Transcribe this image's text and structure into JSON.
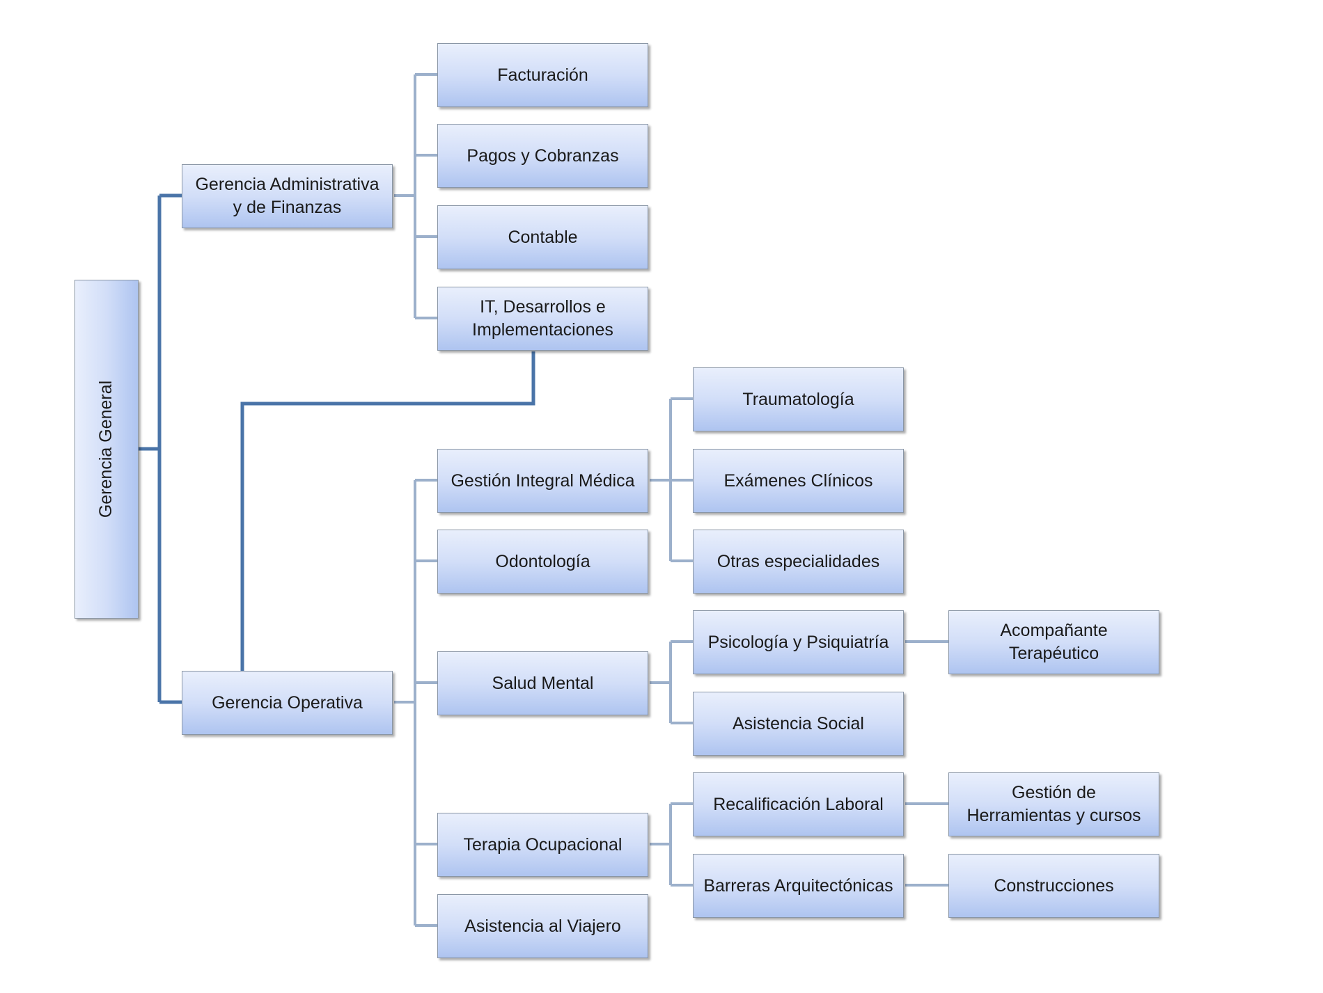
{
  "colors": {
    "connector_dark": "#4a74a8",
    "connector_light": "#9cb0cb"
  },
  "nodes": {
    "gerencia_general": "Gerencia General",
    "gerencia_admin": "Gerencia Administrativa\ny de Finanzas",
    "facturacion": "Facturación",
    "pagos": "Pagos y Cobranzas",
    "contable": "Contable",
    "it": "IT, Desarrollos e\nImplementaciones",
    "gerencia_operativa": "Gerencia Operativa",
    "gestion_integral": "Gestión Integral Médica",
    "odontologia": "Odontología",
    "salud_mental": "Salud Mental",
    "terapia": "Terapia Ocupacional",
    "asistencia_viajero": "Asistencia al Viajero",
    "traumatologia": "Traumatología",
    "examenes": "Exámenes Clínicos",
    "otras": "Otras especialidades",
    "psicologia": "Psicología y Psiquiatría",
    "asistencia_social": "Asistencia Social",
    "recalificacion": "Recalificación Laboral",
    "barreras": "Barreras Arquitectónicas",
    "acompanante": "Acompañante\nTerapéutico",
    "herramientas": "Gestión de\nHerramientas y cursos",
    "construcciones": "Construcciones"
  }
}
